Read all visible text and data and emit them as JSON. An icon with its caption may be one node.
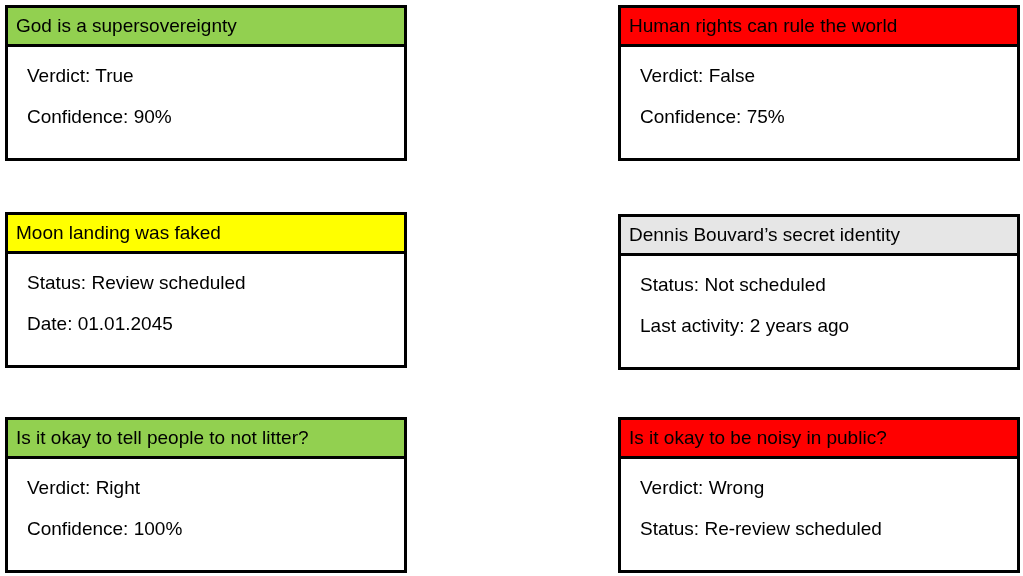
{
  "diagram": {
    "nodes": [
      {
        "text": [
          "God is a supersovereignty",
          "Verdict: True",
          "Confidence: 90%"
        ]
      },
      {
        "text": [
          "Human rights can rule the world",
          "Verdict: False",
          "Confidence: 75%"
        ]
      },
      {
        "text": [
          "Moon landing was faked",
          "Status: Review scheduled",
          "Date: 01.01.2045"
        ]
      },
      {
        "text": [
          "Dennis Bouvard’s secret identity",
          "Status: Not scheduled",
          "Last activity: 2 years ago"
        ]
      },
      {
        "text": [
          "Is it okay to tell people to not litter?",
          "Verdict: Right",
          "Confidence: 100%"
        ]
      },
      {
        "text": [
          "Is it okay to be noisy in public?",
          "Verdict: Wrong",
          "Status: Re-review scheduled"
        ]
      }
    ]
  }
}
